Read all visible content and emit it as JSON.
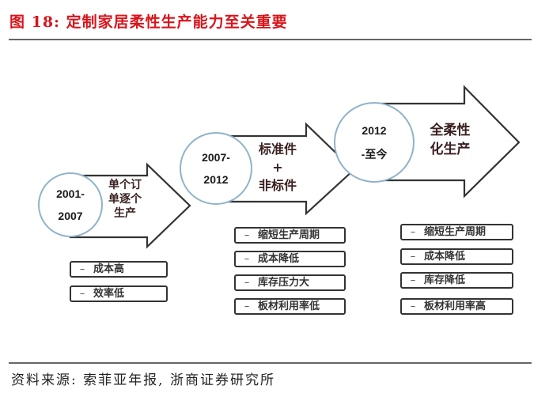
{
  "figure": {
    "title": "图 18: 定制家居柔性生产能力至关重要",
    "title_color": "#d9141b",
    "source": "资料来源: 索菲亚年报, 浙商证券研究所"
  },
  "stages": [
    {
      "period_line1": "2001-",
      "period_line2": "2007",
      "mode_lines": [
        "单个订",
        "单逐个",
        "生产"
      ],
      "items": [
        "成本高",
        "效率低"
      ]
    },
    {
      "period_line1": "2007-",
      "period_line2": "2012",
      "mode_lines": [
        "标准件",
        "+",
        "非标件"
      ],
      "items": [
        "缩短生产周期",
        "成本降低",
        "库存压力大",
        "板材利用率低"
      ]
    },
    {
      "period_line1": "2012",
      "period_line2": "-至今",
      "mode_lines": [
        "全柔性",
        "化生产"
      ],
      "items": [
        "缩短生产周期",
        "成本降低",
        "库存降低",
        "板材利用率高"
      ]
    }
  ],
  "item_bullet": "–",
  "colors": {
    "circle_stroke": "#8fb3c9",
    "arrow_stroke": "#333333",
    "rule": "#666666"
  }
}
